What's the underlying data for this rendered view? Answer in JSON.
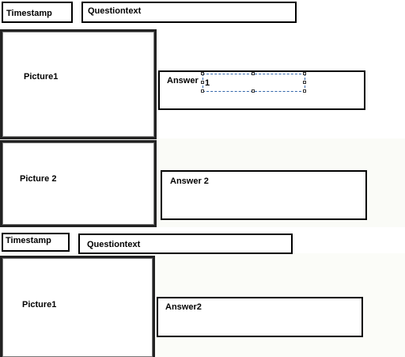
{
  "group1": {
    "timestamp_label": "Timestamp",
    "question_label": "Questiontext",
    "row1": {
      "picture_label": "Picture1",
      "answer_label": "Answer",
      "answer_field_value": "1"
    },
    "row2": {
      "picture_label": "Picture 2",
      "answer_label": "Answer 2"
    }
  },
  "group2": {
    "timestamp_label": "Timestamp",
    "question_label": "Questiontext",
    "row1": {
      "picture_label": "Picture1",
      "answer_label": "Answer2"
    }
  },
  "colors": {
    "background": "#ffffff",
    "band": "#fbfcf8",
    "border": "#000000",
    "selection": "#3366aa"
  }
}
